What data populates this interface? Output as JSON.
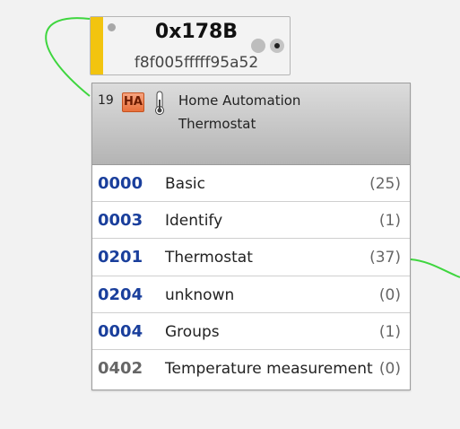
{
  "node": {
    "nwk_address": "0x178B",
    "ext_address": "f8f005fffff95a52",
    "colors": {
      "stripe": "#f2c40f",
      "link": "#3fd63f"
    }
  },
  "endpoint": {
    "number": "19",
    "profile_badge": "HA",
    "profile_name": "Home Automation",
    "device_name": "Thermostat",
    "device_icon": "thermometer-icon",
    "clusters": [
      {
        "id": "0000",
        "name": "Basic",
        "count": "(25)"
      },
      {
        "id": "0003",
        "name": "Identify",
        "count": "(1)"
      },
      {
        "id": "0201",
        "name": "Thermostat",
        "count": "(37)"
      },
      {
        "id": "0204",
        "name": "unknown",
        "count": "(0)"
      },
      {
        "id": "0004",
        "name": "Groups",
        "count": "(1)"
      },
      {
        "id": "0402",
        "name": "Temperature measurement",
        "count": "(0)"
      }
    ]
  }
}
